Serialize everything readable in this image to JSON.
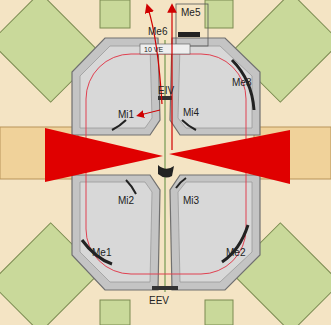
{
  "diagram": {
    "labels": [
      "Me6",
      "Me5",
      "10 VE",
      "EIV",
      "Mi1",
      "Mi4",
      "Me3",
      "Mi2",
      "Mi3",
      "Me2",
      "Me1",
      "EEV"
    ]
  }
}
